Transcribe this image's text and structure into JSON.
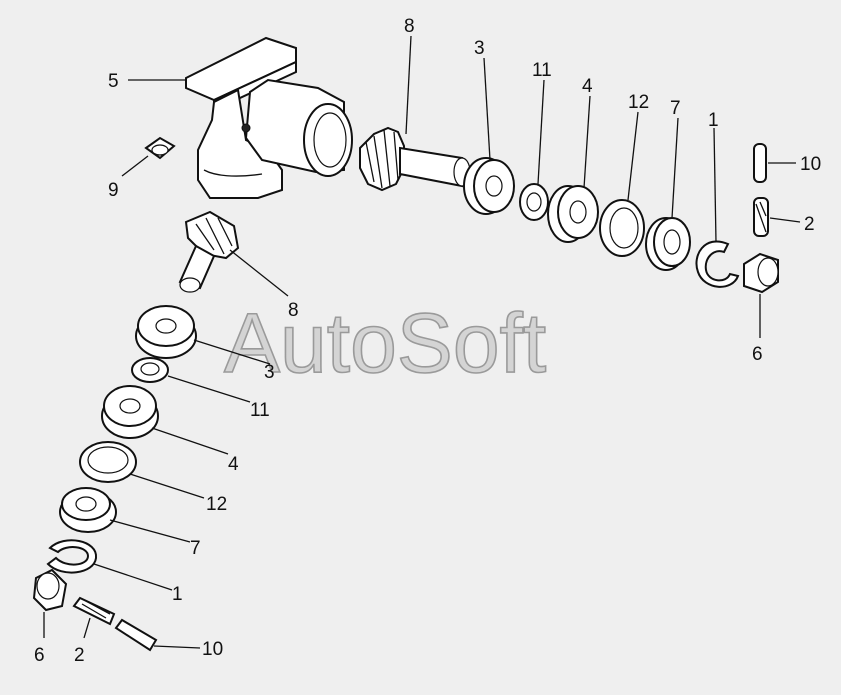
{
  "watermark": "AutoSoft",
  "labels": {
    "top": {
      "p5": "5",
      "p9": "9",
      "p8": "8",
      "p3": "3",
      "p11": "11",
      "p4": "4",
      "p12": "12",
      "p7": "7",
      "p1": "1",
      "p10": "10",
      "p2": "2",
      "p6": "6"
    },
    "bottom": {
      "p8": "8",
      "p3": "3",
      "p11": "11",
      "p4": "4",
      "p12": "12",
      "p7": "7",
      "p1": "1",
      "p6": "6",
      "p2": "2",
      "p10": "10"
    }
  },
  "colors": {
    "background": "#efefef",
    "ink": "#111111",
    "watermark": "#d4d4d4"
  }
}
